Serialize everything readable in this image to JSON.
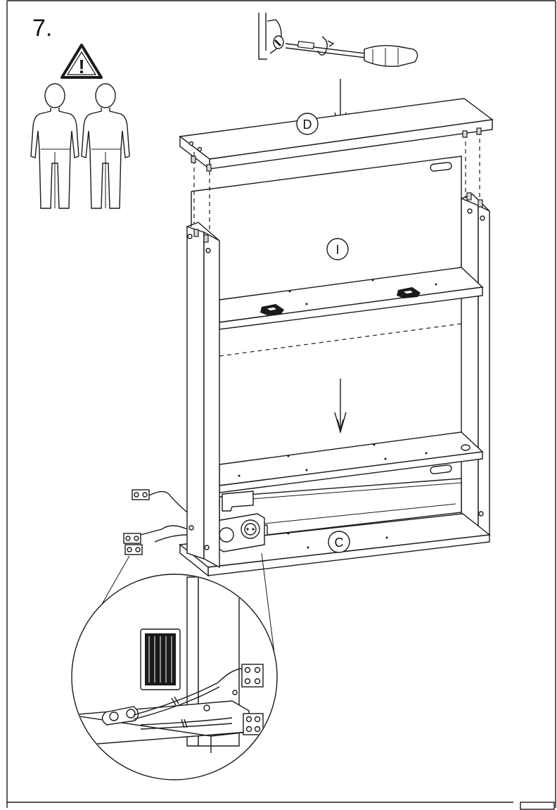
{
  "step": {
    "number": "7."
  },
  "warning": {
    "icon": "warning-triangle-icon",
    "symbol": "!"
  },
  "people": {
    "icon": "two-person-icon"
  },
  "tool": {
    "icon": "screwdriver-icon"
  },
  "parts": {
    "top_panel": "D",
    "back_panel": "I",
    "bottom_panel": "C"
  }
}
